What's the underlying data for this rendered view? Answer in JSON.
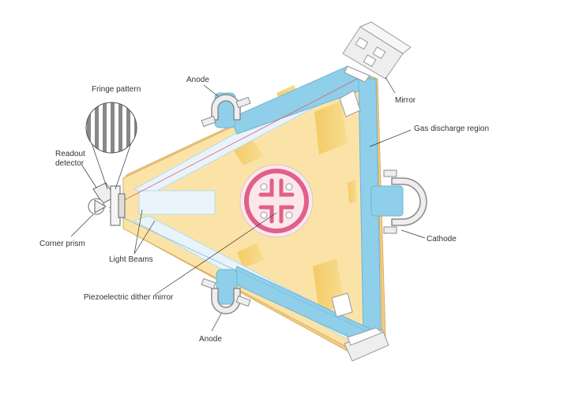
{
  "labels": {
    "fringe_pattern": "Fringe pattern",
    "readout_detector_line1": "Readout",
    "readout_detector_line2": "detector",
    "corner_prism": "Corner prism",
    "light_beams": "Light Beams",
    "piezo_mirror": "Piezoelectric dither mirror",
    "anode_top": "Anode",
    "anode_bottom": "Anode",
    "mirror": "Mirror",
    "gas_discharge": "Gas discharge region",
    "cathode": "Cathode"
  },
  "colors": {
    "body_fill": "#fbe3a8",
    "body_edge": "#f3cd82",
    "gas_channel": "#8fcfe9",
    "metal_fill": "#eeeeee",
    "metal_stroke": "#999999",
    "electrode_stroke": "#8b8b8b",
    "piezo_pink": "#e0608a",
    "piezo_disc": "#fbe7ec",
    "beam_red": "#e05a7a",
    "gold_highlight": "#eeb84a",
    "text": "#333333"
  }
}
